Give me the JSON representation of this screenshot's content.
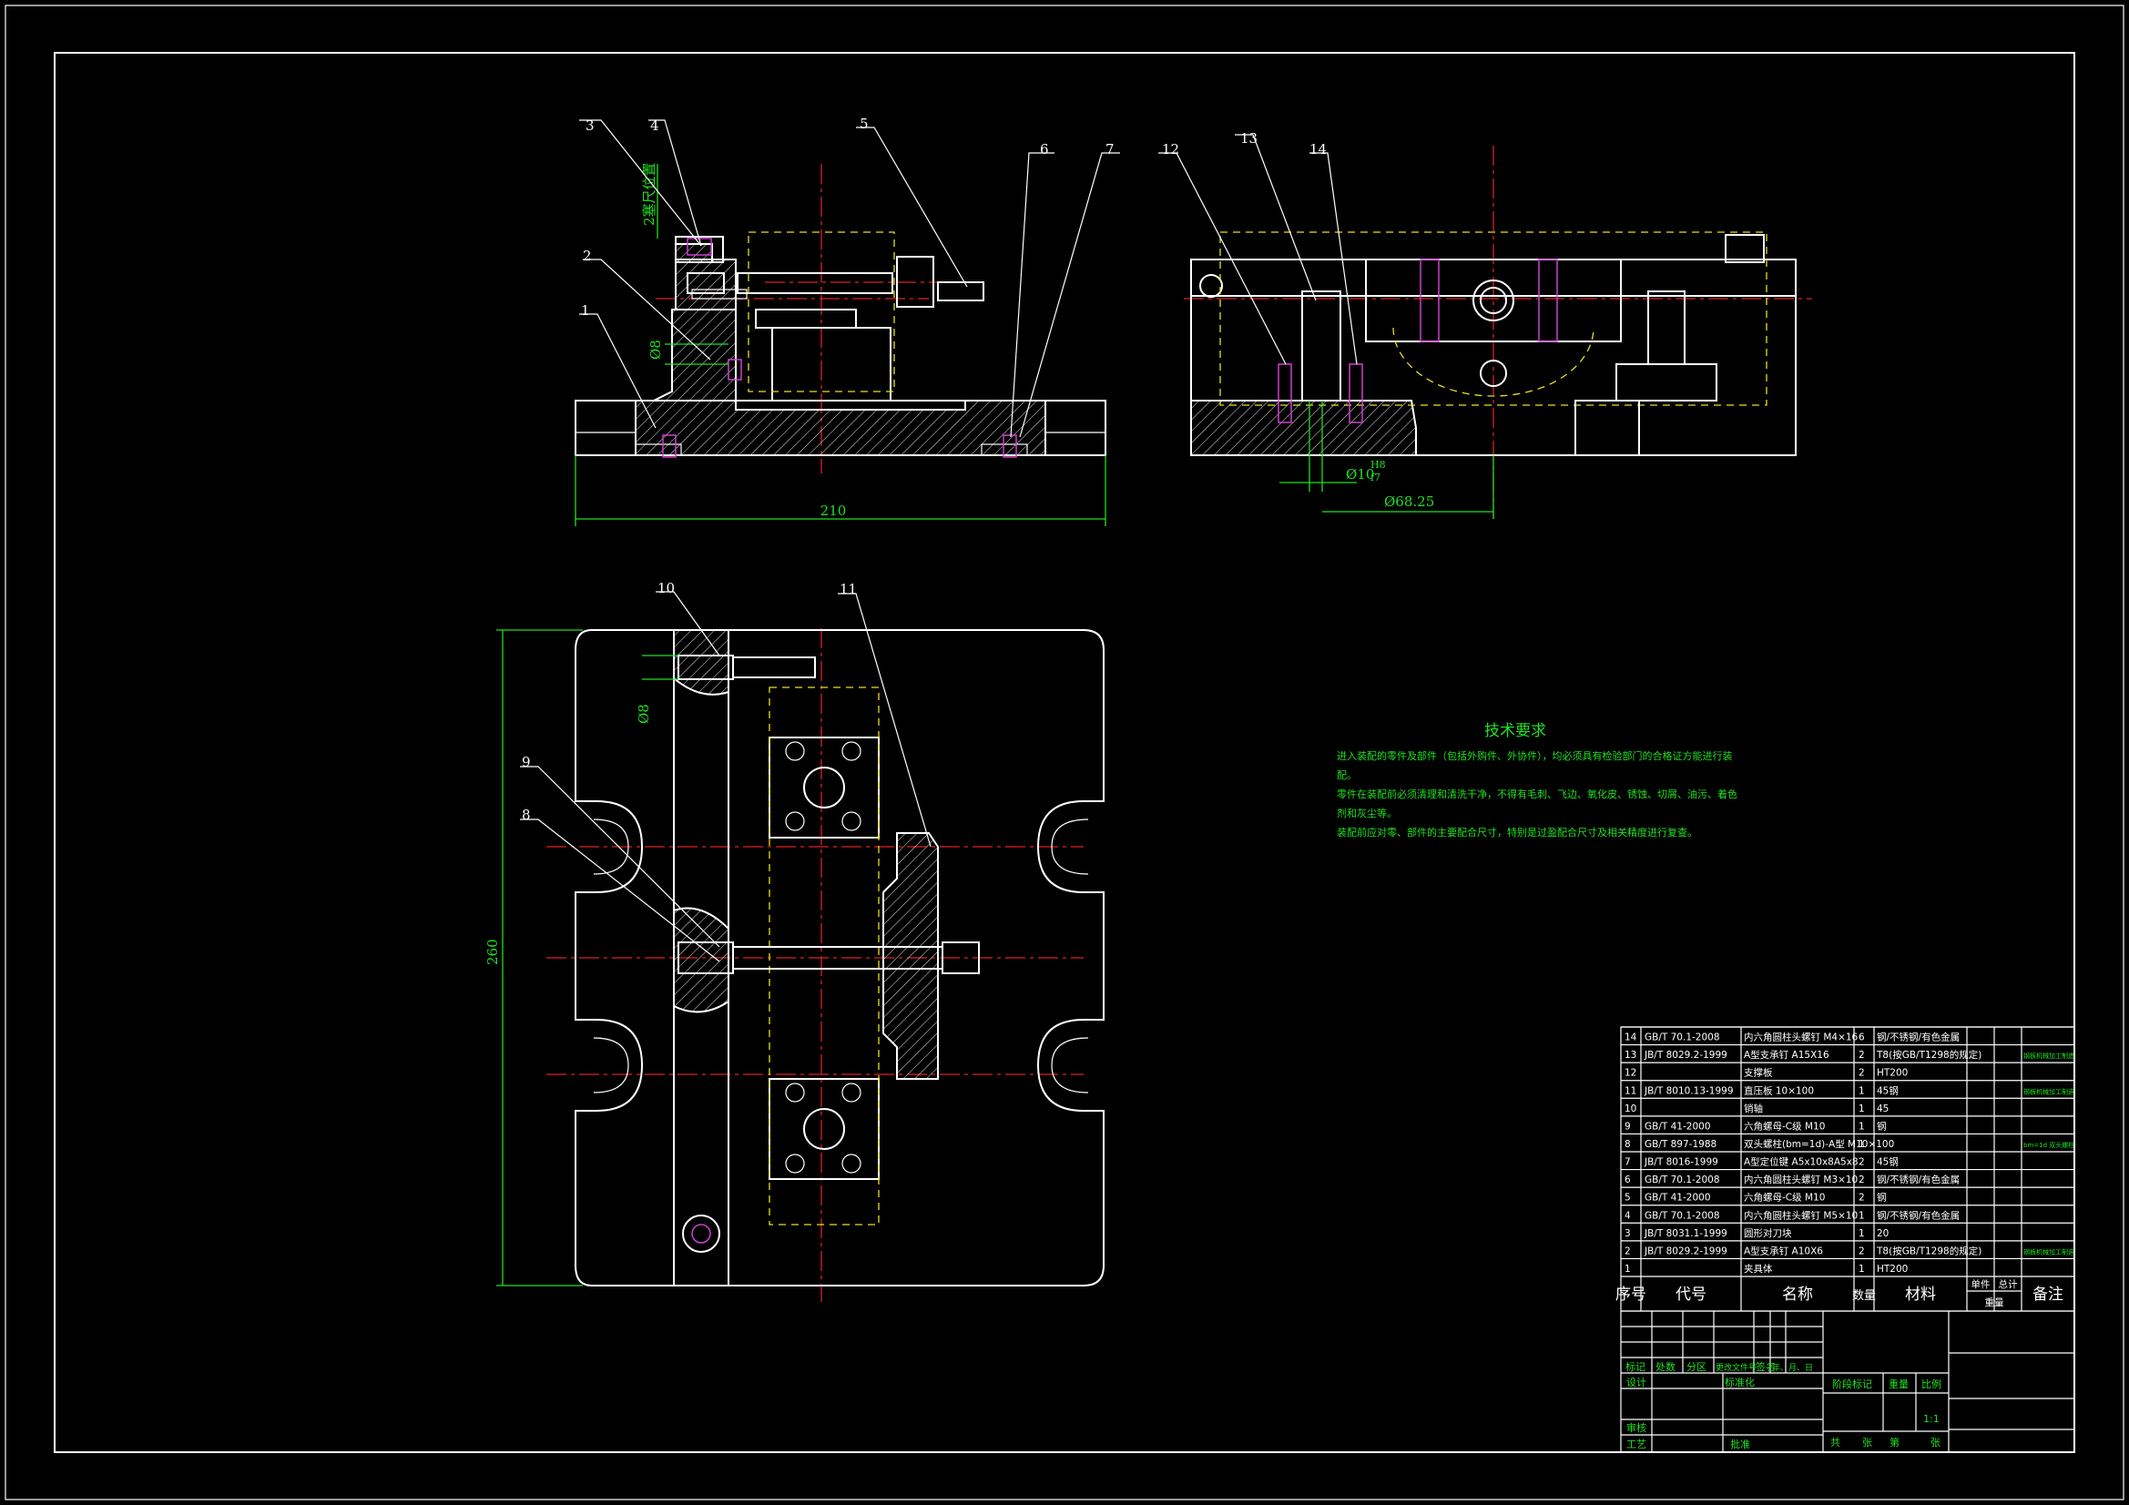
{
  "frame_color": "#ffffff",
  "accent_green": "#20e020",
  "centerline_red": "#e02020",
  "part_balloons": [
    "1",
    "2",
    "3",
    "4",
    "5",
    "6",
    "7",
    "8",
    "9",
    "10",
    "11",
    "12",
    "13",
    "14"
  ],
  "dimensions": {
    "front_width": "210",
    "side_bore": "Ø10",
    "side_bore_tol_up": "H8",
    "side_bore_tol_low": "f7",
    "side_center": "Ø68.25",
    "plan_height": "260",
    "small_bore_front": "Ø8",
    "small_bore_plan": "Ø8",
    "cutter_note": "2塞尺位置"
  },
  "tech_requirements": {
    "title": "技术要求",
    "lines": [
      "进入装配的零件及部件（包括外购件、外协件），均必须具有检验部门的合格证方能进行装",
      "配。",
      "零件在装配前必须清理和清洗干净，不得有毛刺、飞边、氧化皮、锈蚀、切屑、油污、着色",
      "剂和灰尘等。",
      "装配前应对零、部件的主要配合尺寸，特别是过盈配合尺寸及相关精度进行复查。"
    ]
  },
  "bom": {
    "headers": [
      "序号",
      "代号",
      "名称",
      "数量",
      "材料",
      "单件",
      "总计",
      "备注"
    ],
    "weight_label": "重量",
    "rows": [
      {
        "no": "14",
        "code": "GB/T 70.1-2008",
        "name": "内六角圆柱头螺钉 M4×16",
        "qty": "6",
        "mat": "钢/不锈钢/有色金属",
        "note": ""
      },
      {
        "no": "13",
        "code": "JB/T 8029.2-1999",
        "name": "A型支承钉 A15X16",
        "qty": "2",
        "mat": "T8(按GB/T1298的规定)",
        "note": "钢板机械加工制造"
      },
      {
        "no": "12",
        "code": "",
        "name": "支撑板",
        "qty": "2",
        "mat": "HT200",
        "note": ""
      },
      {
        "no": "11",
        "code": "JB/T 8010.13-1999",
        "name": "直压板 10×100",
        "qty": "1",
        "mat": "45钢",
        "note": "钢板机械加工制造"
      },
      {
        "no": "10",
        "code": "",
        "name": "销轴",
        "qty": "1",
        "mat": "45",
        "note": ""
      },
      {
        "no": "9",
        "code": "GB/T 41-2000",
        "name": "六角螺母-C级 M10",
        "qty": "1",
        "mat": "钢",
        "note": ""
      },
      {
        "no": "8",
        "code": "GB/T 897-1988",
        "name": "双头螺柱(bm=1d)-A型 M10×100",
        "qty": "1",
        "mat": "",
        "note": "bm=1d 双头螺柱"
      },
      {
        "no": "7",
        "code": "JB/T 8016-1999",
        "name": "A型定位键 A5x10x8A5x8",
        "qty": "2",
        "mat": "45钢",
        "note": ""
      },
      {
        "no": "6",
        "code": "GB/T 70.1-2008",
        "name": "内六角圆柱头螺钉 M3×10",
        "qty": "2",
        "mat": "钢/不锈钢/有色金属",
        "note": ""
      },
      {
        "no": "5",
        "code": "GB/T 41-2000",
        "name": "六角螺母-C级 M10",
        "qty": "2",
        "mat": "钢",
        "note": ""
      },
      {
        "no": "4",
        "code": "GB/T 70.1-2008",
        "name": "内六角圆柱头螺钉 M5×10",
        "qty": "1",
        "mat": "钢/不锈钢/有色金属",
        "note": ""
      },
      {
        "no": "3",
        "code": "JB/T 8031.1-1999",
        "name": "圆形对刀块",
        "qty": "1",
        "mat": "20",
        "note": ""
      },
      {
        "no": "2",
        "code": "JB/T 8029.2-1999",
        "name": "A型支承钉 A10X6",
        "qty": "2",
        "mat": "T8(按GB/T1298的规定)",
        "note": "钢板机械加工制造"
      },
      {
        "no": "1",
        "code": "",
        "name": "夹具体",
        "qty": "1",
        "mat": "HT200",
        "note": ""
      }
    ]
  },
  "title_block": {
    "rev_headers": [
      "标记",
      "处数",
      "分区",
      "更改文件号",
      "签名",
      "年、月、日"
    ],
    "design": "设计",
    "standardize": "标准化",
    "stage_mark": "阶段标记",
    "weight": "重量",
    "scale": "比例",
    "scale_value": "1:1",
    "review": "审核",
    "process": "工艺",
    "approve": "批准",
    "sheets_total": "共",
    "sheets_unit1": "张",
    "sheet_no": "第",
    "sheets_unit2": "张"
  }
}
